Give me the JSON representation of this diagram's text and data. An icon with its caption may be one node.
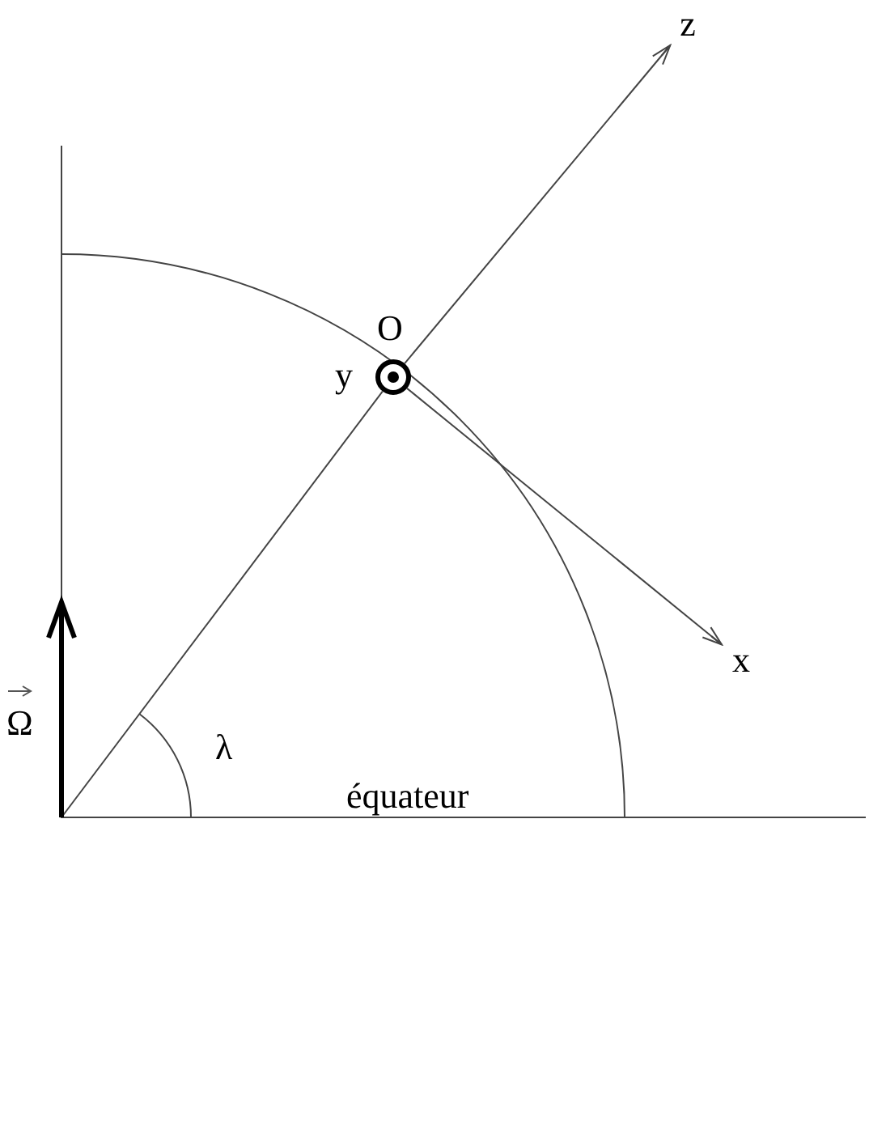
{
  "diagram": {
    "nodes": [
      {
        "text": [
          "z"
        ]
      },
      {
        "text": [
          "x"
        ]
      },
      {
        "text": [],
        "shape": "circle",
        "beside": [
          "O",
          "y"
        ]
      }
    ],
    "edges": [
      {
        "from": 2,
        "to": 0,
        "arrow": "to"
      },
      {
        "from": 2,
        "to": 1,
        "arrow": "to"
      }
    ],
    "labels": [
      "Ω",
      "λ",
      "équateur"
    ]
  }
}
